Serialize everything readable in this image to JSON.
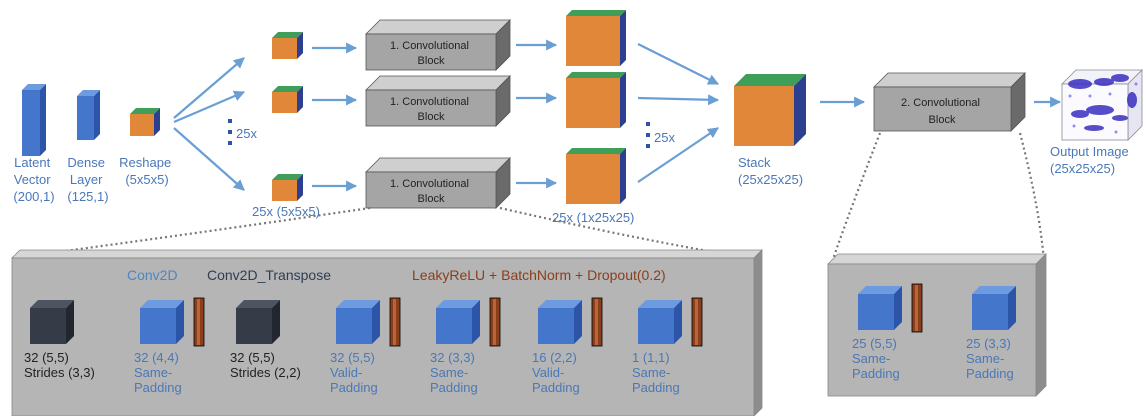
{
  "colors": {
    "orange": "#e0873a",
    "green": "#3f9e5a",
    "navy": "#2d3f8f",
    "blue_front": "#4477cc",
    "blue_top": "#6e9ae0",
    "blue_side": "#2c55a8",
    "dark_front": "#353c48",
    "dark_top": "#4d5563",
    "dark_side": "#22272f",
    "brown": "#8b3e1c",
    "block_front": "#a5a5a5",
    "block_top": "#cfcfcf",
    "block_side": "#6a6a6a",
    "panel_bg": "#b5b5b5",
    "arrow": "#6a9fd4",
    "label_blue": "#4a78b8",
    "conv2d_blue": "#4a86c8",
    "transpose_dark": "#2e3d55",
    "activation_brown": "#8b3e1c"
  },
  "top": {
    "latent": [
      "Latent",
      "Vector",
      "(200,1)"
    ],
    "dense": [
      "Dense",
      "Layer",
      "(125,1)"
    ],
    "reshape": [
      "Reshape",
      "(5x5x5)"
    ],
    "count_top": "25x",
    "count_bottom": "25x (5x5x5)",
    "conv_block": [
      "1. Convolutional",
      "Block"
    ],
    "count_mid": "25x",
    "count_out": "25x (1x25x25)",
    "stack": [
      "Stack",
      "(25x25x25)"
    ],
    "conv_block2": [
      "2. Convolutional",
      "Block"
    ],
    "output": [
      "Output Image",
      "(25x25x25)"
    ]
  },
  "legend": {
    "conv2d": "Conv2D",
    "transpose": "Conv2D_Transpose",
    "activation": "LeakyReLU + BatchNorm + Dropout(0.2)"
  },
  "block1_layers": [
    {
      "kind": "transpose",
      "act": false,
      "lines": [
        "32 (5,5)",
        "Strides (3,3)"
      ]
    },
    {
      "kind": "conv",
      "act": true,
      "lines": [
        "32 (4,4)",
        "Same-",
        "Padding"
      ]
    },
    {
      "kind": "transpose",
      "act": false,
      "lines": [
        "32 (5,5)",
        "Strides (2,2)"
      ]
    },
    {
      "kind": "conv",
      "act": true,
      "lines": [
        "32 (5,5)",
        "Valid-",
        "Padding"
      ]
    },
    {
      "kind": "conv",
      "act": true,
      "lines": [
        "32 (3,3)",
        "Same-",
        "Padding"
      ]
    },
    {
      "kind": "conv",
      "act": true,
      "lines": [
        "16 (2,2)",
        "Valid-",
        "Padding"
      ]
    },
    {
      "kind": "conv",
      "act": true,
      "lines": [
        "1 (1,1)",
        "Same-",
        "Padding"
      ]
    }
  ],
  "block2_layers": [
    {
      "kind": "conv",
      "act": true,
      "lines": [
        "25 (5,5)",
        "Same-",
        "Padding"
      ]
    },
    {
      "kind": "conv",
      "act": false,
      "lines": [
        "25 (3,3)",
        "Same-",
        "Padding"
      ]
    }
  ]
}
